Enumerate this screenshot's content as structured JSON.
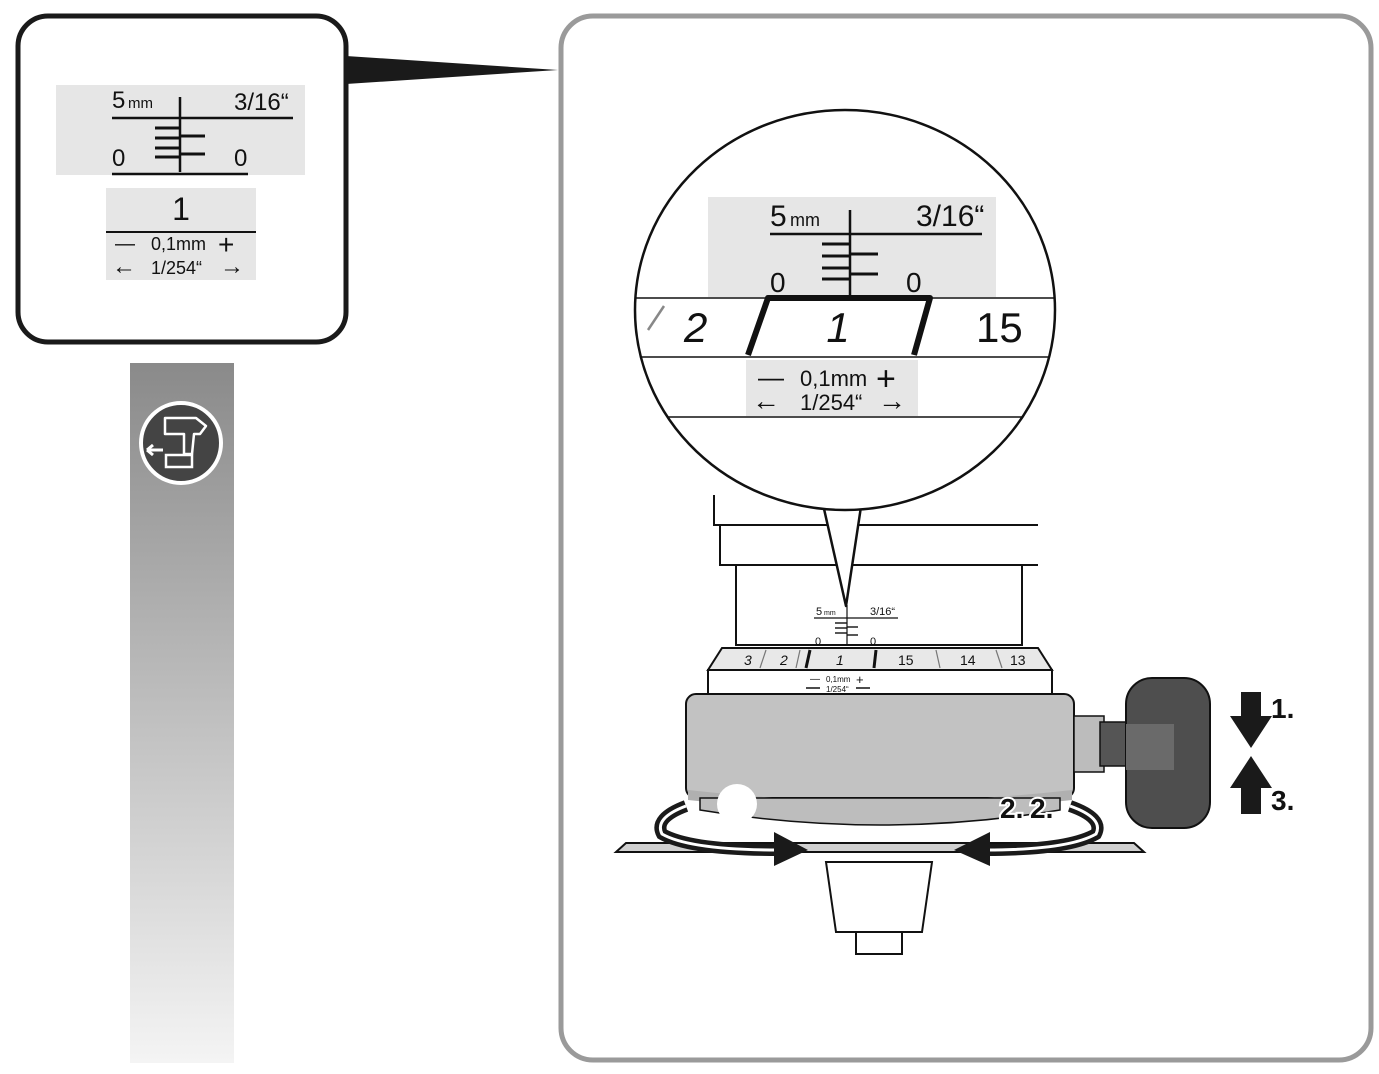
{
  "colors": {
    "panel_border": "#9a9a9a",
    "callout_border": "#1a1a1a",
    "scale_bg": "#e6e6e6",
    "body_gray": "#c2c2c2",
    "knob_dark": "#4e4e4e",
    "arrow_dark": "#2a2a2a",
    "sidebar_top": "#8a8a8a",
    "sidebar_bottom": "#f4f4f4"
  },
  "icons": {
    "sidebar": "drill-battery-remove-icon"
  },
  "callout": {
    "unit_mm": "5",
    "unit_mm_suffix": "mm",
    "unit_inch": "3/16“",
    "zero_left": "0",
    "zero_right": "0",
    "dial_value": "1",
    "minus": "—",
    "plus": "+",
    "step_mm": "0,1mm",
    "step_inch": "1/254“",
    "arrow_left": "←",
    "arrow_right": "→"
  },
  "magnifier": {
    "unit_mm": "5",
    "unit_mm_suffix": "mm",
    "unit_inch": "3/16“",
    "zero_left": "0",
    "zero_right": "0",
    "dial_left_small": "/",
    "dial_left": "2",
    "dial_center": "1",
    "dial_right": "15",
    "minus": "—",
    "plus": "+",
    "step_mm": "0,1mm",
    "step_inch": "1/254“",
    "arrow_left": "←",
    "arrow_right": "→"
  },
  "device": {
    "unit_mm": "5",
    "unit_mm_suffix": "mm",
    "unit_inch": "3/16“",
    "zero_left": "0",
    "zero_right": "0",
    "dial_numbers": [
      "3",
      "2",
      "1",
      "15",
      "14",
      "13"
    ],
    "minus": "—",
    "plus": "+",
    "step_mm": "0,1mm",
    "step_inch": "1/254“"
  },
  "steps": {
    "step1": "1.",
    "step2": "2.",
    "step2b": "2.",
    "step3": "3."
  }
}
